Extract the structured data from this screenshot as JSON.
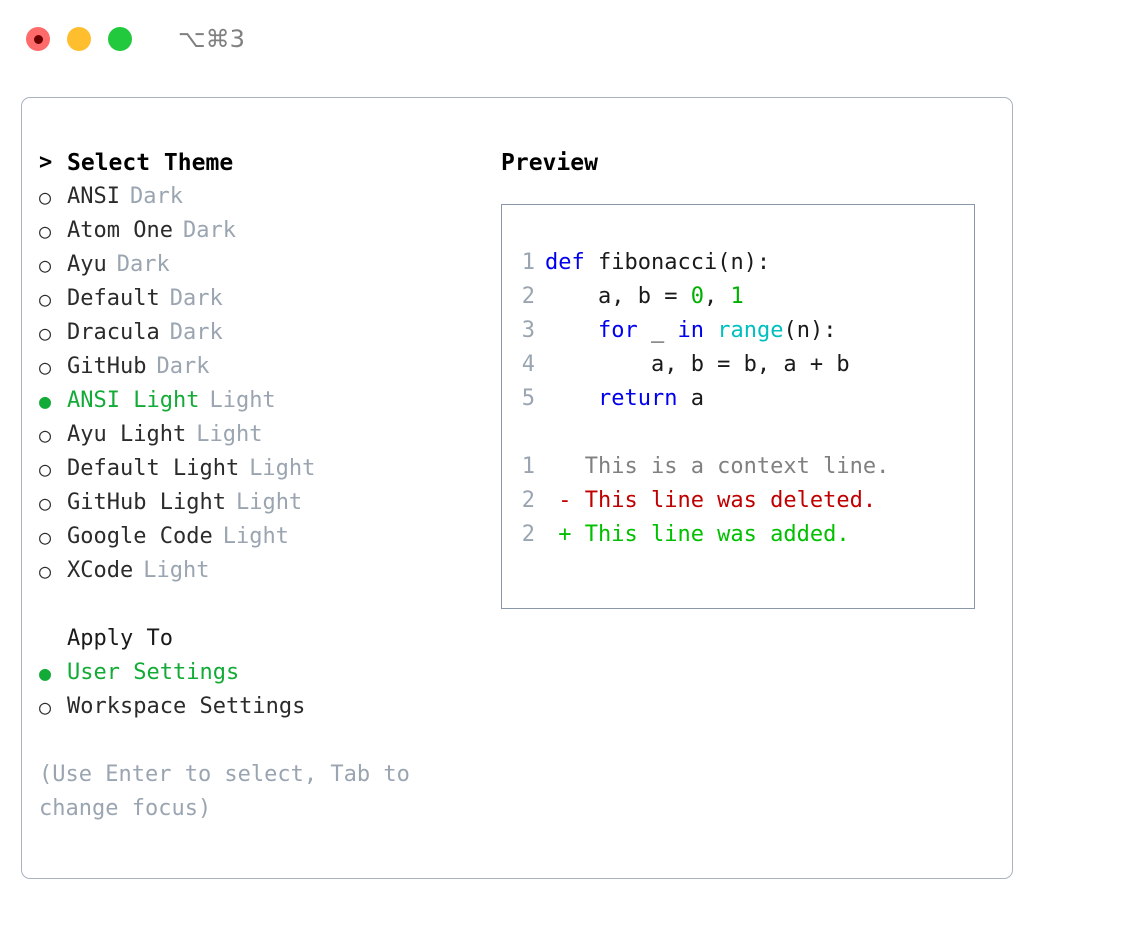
{
  "titlebar": {
    "shortcut": "⌥⌘3",
    "dots": [
      {
        "name": "close",
        "color": "#ff6b6b"
      },
      {
        "name": "minimize",
        "color": "#ffbe2e"
      },
      {
        "name": "maximize",
        "color": "#22c93c"
      }
    ]
  },
  "theme_picker": {
    "heading_caret": ">",
    "heading": "Select Theme",
    "bullet_unselected": "○",
    "bullet_selected": "●",
    "items": [
      {
        "name": "ANSI",
        "kind": "Dark",
        "selected": false
      },
      {
        "name": "Atom One",
        "kind": "Dark",
        "selected": false
      },
      {
        "name": "Ayu",
        "kind": "Dark",
        "selected": false
      },
      {
        "name": "Default",
        "kind": "Dark",
        "selected": false
      },
      {
        "name": "Dracula",
        "kind": "Dark",
        "selected": false
      },
      {
        "name": "GitHub",
        "kind": "Dark",
        "selected": false
      },
      {
        "name": "ANSI Light",
        "kind": "Light",
        "selected": true
      },
      {
        "name": "Ayu Light",
        "kind": "Light",
        "selected": false
      },
      {
        "name": "Default Light",
        "kind": "Light",
        "selected": false
      },
      {
        "name": "GitHub Light",
        "kind": "Light",
        "selected": false
      },
      {
        "name": "Google Code",
        "kind": "Light",
        "selected": false
      },
      {
        "name": "XCode",
        "kind": "Light",
        "selected": false
      }
    ]
  },
  "apply_to": {
    "label": "Apply To",
    "options": [
      {
        "name": "User Settings",
        "selected": true
      },
      {
        "name": "Workspace Settings",
        "selected": false
      }
    ]
  },
  "hint": "(Use Enter to select, Tab to change focus)",
  "preview": {
    "title": "Preview",
    "code_lines": [
      {
        "no": "1",
        "tokens": [
          {
            "t": "def",
            "c": "kw"
          },
          {
            "t": " fibonacci(n):",
            "c": "plain"
          }
        ]
      },
      {
        "no": "2",
        "tokens": [
          {
            "t": "    a, b = ",
            "c": "plain"
          },
          {
            "t": "0",
            "c": "num"
          },
          {
            "t": ", ",
            "c": "plain"
          },
          {
            "t": "1",
            "c": "num"
          }
        ]
      },
      {
        "no": "3",
        "tokens": [
          {
            "t": "    ",
            "c": "plain"
          },
          {
            "t": "for",
            "c": "kw"
          },
          {
            "t": " _ ",
            "c": "plain"
          },
          {
            "t": "in",
            "c": "kw"
          },
          {
            "t": " ",
            "c": "plain"
          },
          {
            "t": "range",
            "c": "fn"
          },
          {
            "t": "(n):",
            "c": "plain"
          }
        ]
      },
      {
        "no": "4",
        "tokens": [
          {
            "t": "        a, b = b, a + b",
            "c": "plain"
          }
        ]
      },
      {
        "no": "5",
        "tokens": [
          {
            "t": "    ",
            "c": "plain"
          },
          {
            "t": "return",
            "c": "kw"
          },
          {
            "t": " a",
            "c": "plain"
          }
        ]
      }
    ],
    "diff_lines": [
      {
        "no": "1",
        "marker": " ",
        "text": "This is a context line.",
        "c": "ctx"
      },
      {
        "no": "2",
        "marker": "-",
        "text": "This line was deleted.",
        "c": "del"
      },
      {
        "no": "2",
        "marker": "+",
        "text": "This line was added.",
        "c": "add"
      }
    ]
  },
  "colors": {
    "accent_green": "#13ab38",
    "muted": "#9aa5b1",
    "keyword": "#0000ee",
    "number": "#00b000",
    "function": "#00bfbf",
    "diff_deleted": "#c00000",
    "diff_added": "#00c000",
    "panel_border": "#a9b3c0",
    "preview_border": "#8a97a8"
  }
}
